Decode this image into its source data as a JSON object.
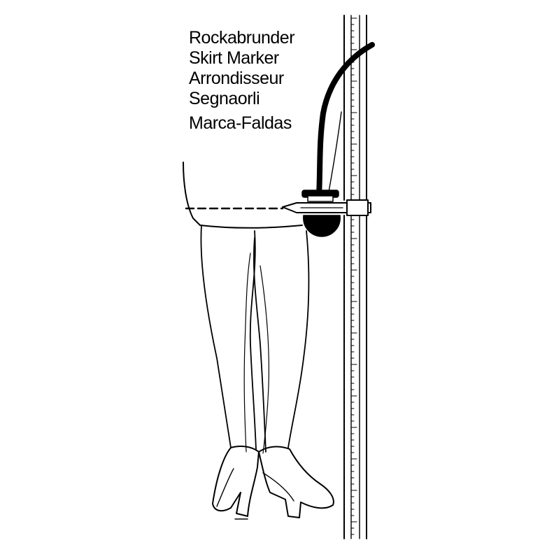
{
  "product_names": [
    "Rockabrunder",
    "Skirt Marker",
    "Arrondisseur",
    "Segnaorli",
    "Marca-Faldas"
  ],
  "colors": {
    "ink": "#000000",
    "background": "#ffffff"
  },
  "icons": {
    "device": "skirt-marker-illustration"
  }
}
